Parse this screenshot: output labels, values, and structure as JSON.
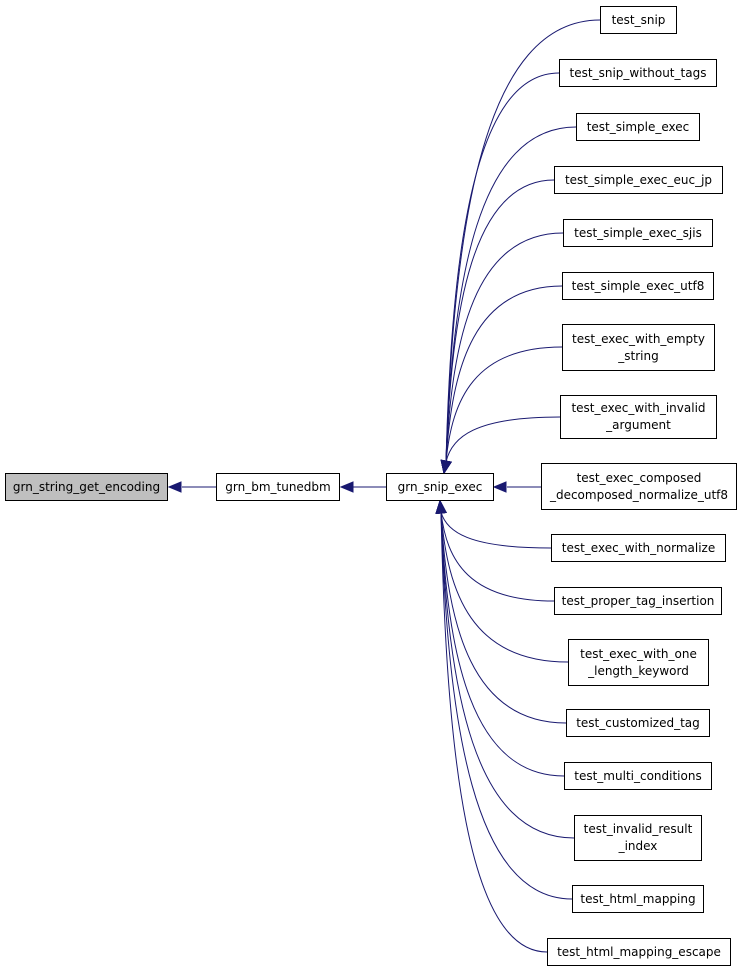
{
  "diagram": {
    "edge_color": "#191970",
    "root_fill": "#bfbfbf",
    "nodes": {
      "root": "grn_string_get_encoding",
      "bm": "grn_bm_tunedbm",
      "snip": "grn_snip_exec",
      "callers": [
        "test_snip",
        "test_snip_without_tags",
        "test_simple_exec",
        "test_simple_exec_euc_jp",
        "test_simple_exec_sjis",
        "test_simple_exec_utf8",
        "test_exec_with_empty\n_string",
        "test_exec_with_invalid\n_argument",
        "test_exec_composed\n_decomposed_normalize_utf8",
        "test_exec_with_normalize",
        "test_proper_tag_insertion",
        "test_exec_with_one\n_length_keyword",
        "test_customized_tag",
        "test_multi_conditions",
        "test_invalid_result\n_index",
        "test_html_mapping",
        "test_html_mapping_escape"
      ]
    }
  }
}
